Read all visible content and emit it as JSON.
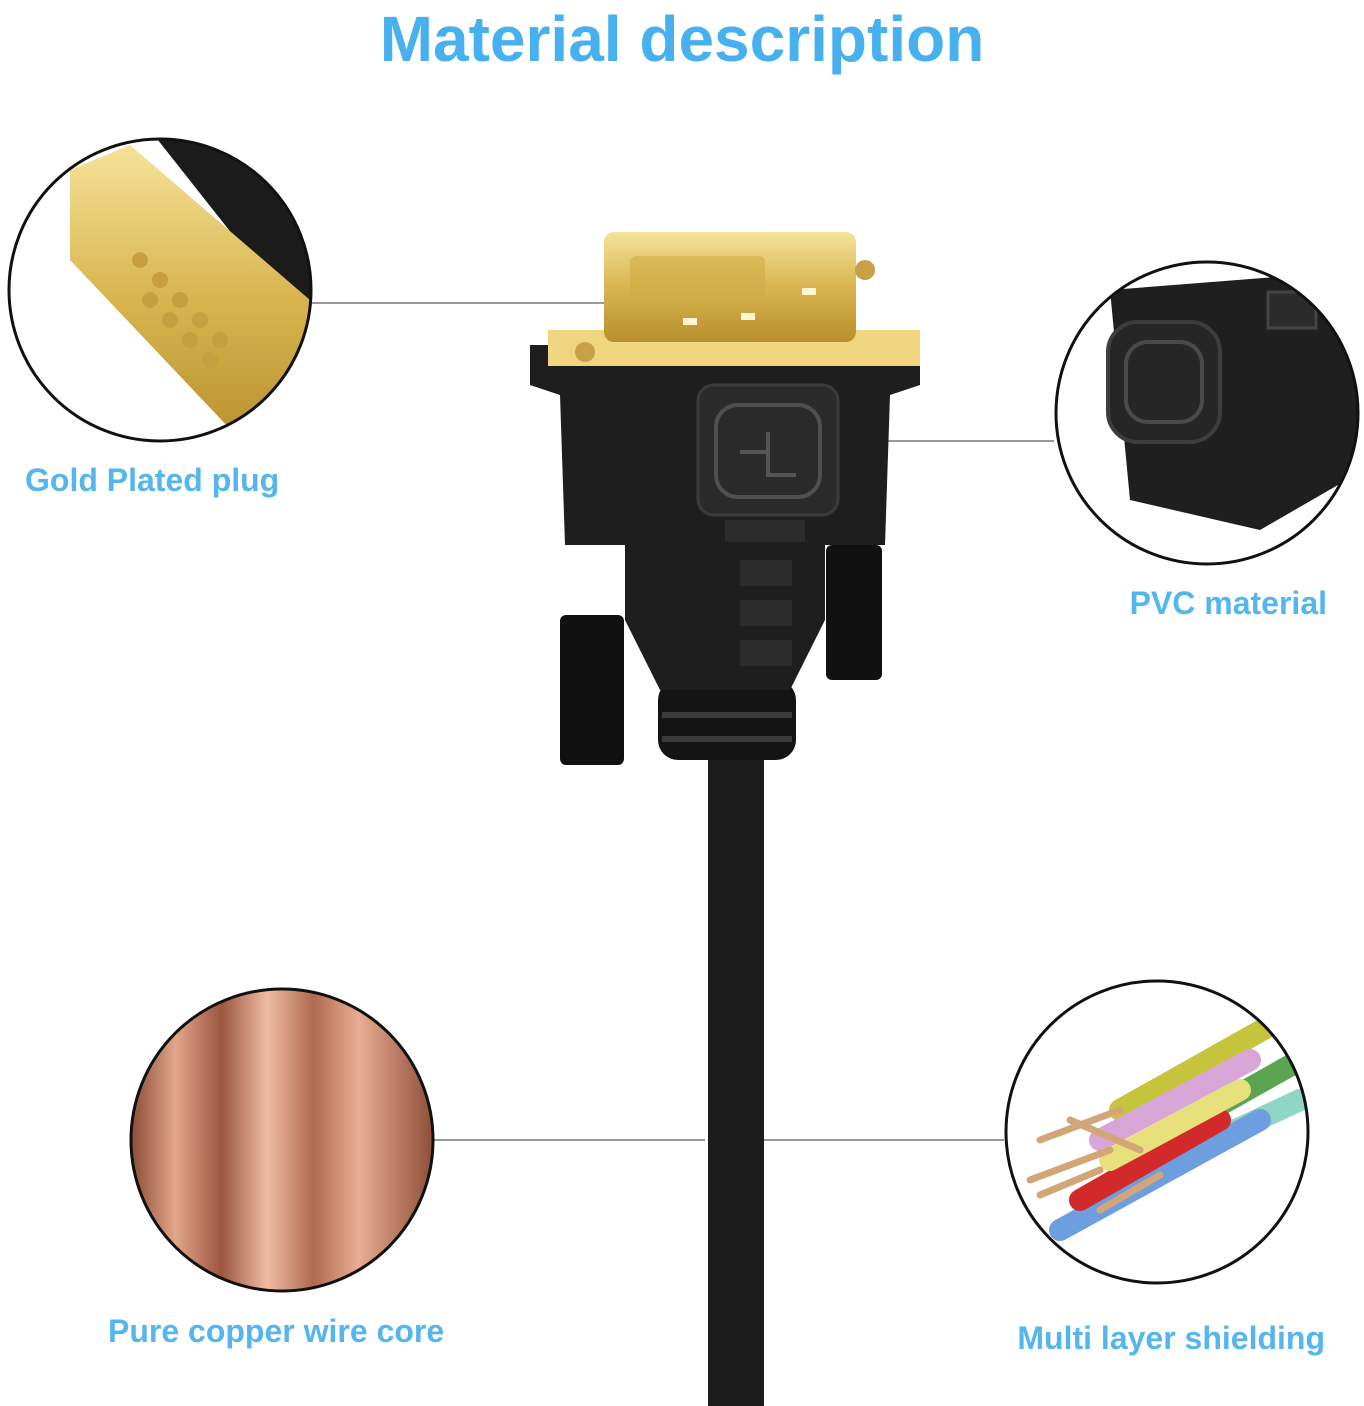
{
  "title": "Material description",
  "labels": {
    "gold": "Gold Plated plug",
    "pvc": "PVC material",
    "copper": "Pure copper wire core",
    "shielding": "Multi layer shielding"
  },
  "colors": {
    "accent": "#47b1ef",
    "gold": "#e6c766",
    "copper": "#c27a5e",
    "connector": "#1a1a1a"
  }
}
